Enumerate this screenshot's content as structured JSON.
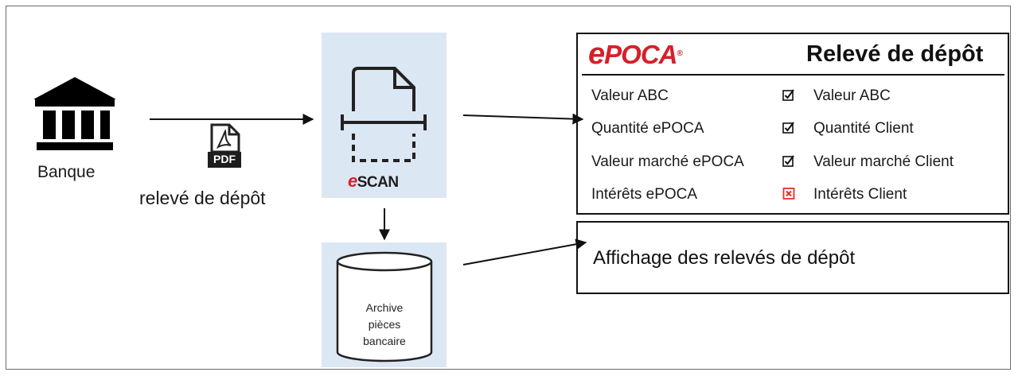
{
  "bank": {
    "label": "Banque",
    "icon": "bank-building-icon"
  },
  "document": {
    "badge": "PDF",
    "caption": "relevé de dépôt",
    "icon": "pdf-file-icon"
  },
  "scanner": {
    "brand_e": "e",
    "brand_rest": "SCAN",
    "icon": "document-scan-icon"
  },
  "archive": {
    "line1": "Archive",
    "line2": "pièces",
    "line3": "bancaire",
    "icon": "database-cylinder-icon"
  },
  "comparison": {
    "brand_e": "e",
    "brand_rest": "POCA",
    "brand_mark": "®",
    "title": "Relevé de dépôt",
    "rows": [
      {
        "left": "Valeur ABC",
        "status": "ok",
        "right": "Valeur ABC"
      },
      {
        "left": "Quantité ePOCA",
        "status": "ok",
        "right": "Quantité Client"
      },
      {
        "left": "Valeur marché ePOCA",
        "status": "ok",
        "right": "Valeur marché Client"
      },
      {
        "left": "Intérêts ePOCA",
        "status": "error",
        "right": "Intérêts Client"
      }
    ]
  },
  "display": {
    "label": "Affichage des relevés de dépôt"
  },
  "colors": {
    "panel": "#dce7f4",
    "brand_red": "#d6202a",
    "error_red": "#e0342a"
  }
}
